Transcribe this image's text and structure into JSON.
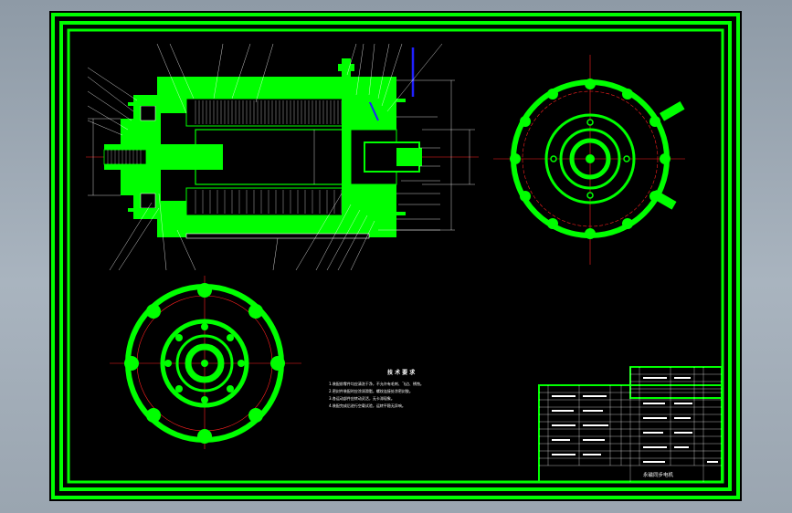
{
  "drawing": {
    "notes_title": "技 术 要 求",
    "notes": [
      "1.装配前零件均应清洗干净，不允许有毛刺、飞边、锈蚀。",
      "2.密封件装配时应涂润滑脂，螺纹连接处涂密封胶。",
      "3.各运动部件应转动灵活，无卡滞现象。",
      "4.装配完成后进行空载试验，运转平稳无异响。"
    ],
    "titleblock_name": "永磁同步电机",
    "colors": {
      "frame": "#00ff00",
      "part": "#00ff00",
      "line": "#ffffff",
      "center": "#ff2020",
      "accent": "#2020ff",
      "background": "#000000"
    }
  }
}
